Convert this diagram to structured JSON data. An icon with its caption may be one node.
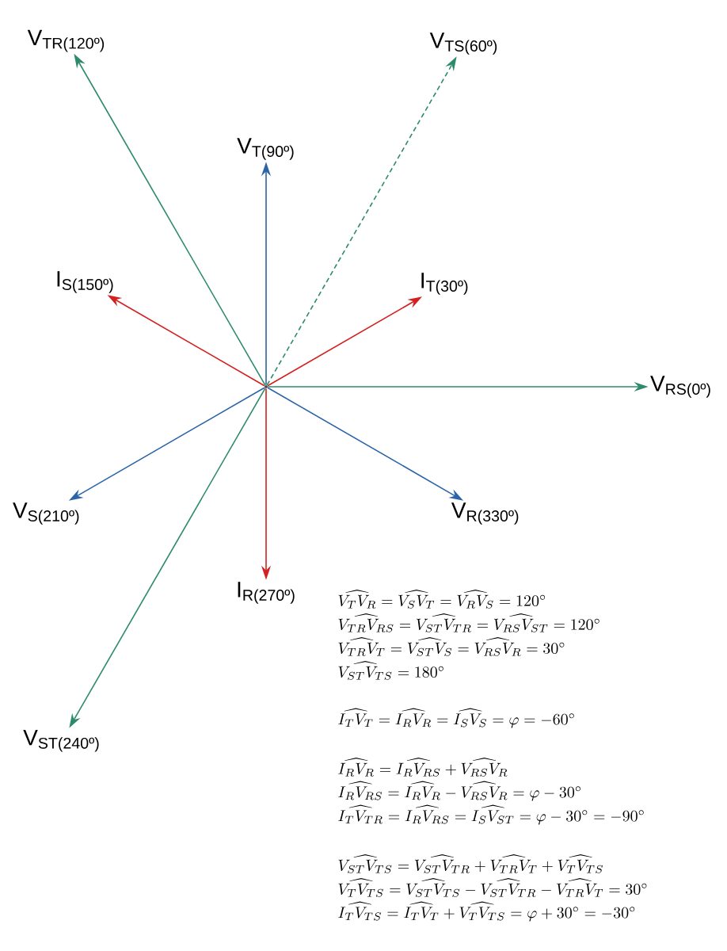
{
  "diagram": {
    "nodes": [
      {
        "text": [],
        "shape": "circle"
      },
      {
        "text": [
          "V$_{RS(0º)}$"
        ]
      },
      {
        "text": [
          "V$_{TS(60º)}$"
        ]
      },
      {
        "text": [
          "V$_{T(90º)}$"
        ]
      },
      {
        "text": [
          "V$_{TR(120º)}$"
        ]
      },
      {
        "text": [
          "I$_{T(30º)}$"
        ]
      },
      {
        "text": [
          "I$_{S(150º)}$"
        ]
      },
      {
        "text": [
          "V$_{S(210º)}$"
        ]
      },
      {
        "text": [
          "V$_{R(330º)}$"
        ]
      },
      {
        "text": [
          "I$_{R(270º)}$"
        ]
      },
      {
        "text": [
          "V$_{ST(240º)}$"
        ]
      }
    ],
    "edges": [
      {
        "from": 0,
        "to": 1,
        "arrow": "to"
      },
      {
        "from": 0,
        "to": 2,
        "arrow": "to",
        "style": "dashed"
      },
      {
        "from": 0,
        "to": 3,
        "arrow": "to",
        "color": "#2b64a8"
      },
      {
        "from": 0,
        "to": 4,
        "arrow": "to"
      },
      {
        "from": 0,
        "to": 5,
        "arrow": "to",
        "color": "#d42020"
      },
      {
        "from": 0,
        "to": 6,
        "arrow": "to",
        "color": "#d42020"
      },
      {
        "from": 0,
        "to": 7,
        "arrow": "to",
        "color": "#2b64a8"
      },
      {
        "from": 0,
        "to": 8,
        "arrow": "to",
        "color": "#2b64a8"
      },
      {
        "from": 0,
        "to": 9,
        "arrow": "to",
        "color": "#d42020"
      },
      {
        "from": 0,
        "to": 10,
        "arrow": "to"
      }
    ],
    "labels": [
      "\\widehat{V_TV_R}=\\widehat{V_SV_T}=\\widehat{V_RV_S}=120^\\circ",
      "\\widehat{V_{TR}V_{RS}}=\\widehat{V_{ST}V_{TR}}=\\widehat{V_{RS}V_{ST}}=120^\\circ",
      "\\widehat{V_{TR}V_T}=\\widehat{V_{ST}V_S}=\\widehat{V_{RS}V_R}=30^\\circ",
      "\\widehat{V_{ST}V_{TS}}=180^\\circ",
      "\\widehat{I_TV_T}=\\widehat{I_RV_R}=\\widehat{I_SV_S}=\\varphi=-60^\\circ",
      "\\widehat{I_RV_R}=\\widehat{I_RV_{RS}}+\\widehat{V_{RS}V_R}",
      "\\widehat{I_RV_{RS}}=\\widehat{I_RV_R}-\\widehat{V_{RS}V_R}=\\varphi-30^\\circ",
      "\\widehat{I_TV_{TR}}=\\widehat{I_RV_{RS}}=\\widehat{I_SV_{ST}}=\\varphi-30^\\circ=-90^\\circ",
      "\\widehat{V_{ST}V_{TS}}=\\widehat{V_{ST}V_{TR}}+\\widehat{V_{TR}V_T}+\\widehat{V_TV_{TS}}",
      "\\widehat{V_TV_{TS}}=\\widehat{V_{ST}V_{TS}}-\\widehat{V_{ST}V_{TR}}-\\widehat{V_{TR}V_T}=30^\\circ",
      "\\widehat{I_TV_{TS}}=\\widehat{I_TV_T}+\\widehat{V_TV_{TS}}=\\varphi+30^\\circ=-30^\\circ"
    ]
  }
}
